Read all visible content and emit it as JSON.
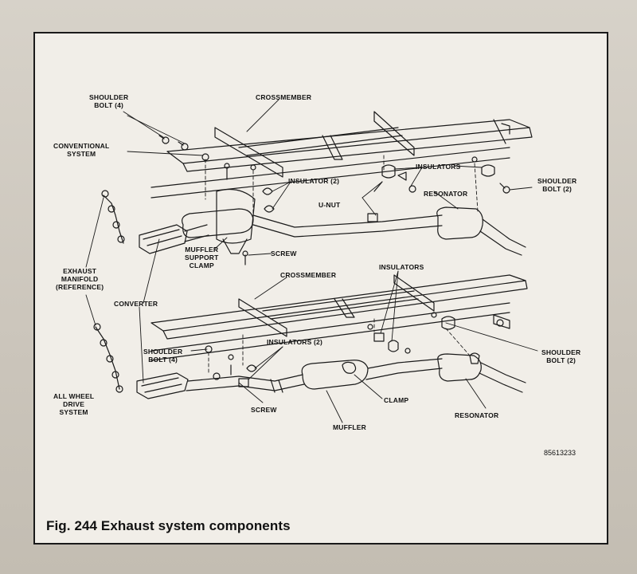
{
  "figure": {
    "caption": "Fig. 244 Exhaust system components",
    "reference_code": "85613233"
  },
  "top_system": {
    "labels": {
      "shoulder_bolt_left_l1": "SHOULDER",
      "shoulder_bolt_left_l2": "BOLT (4)",
      "crossmember": "CROSSMEMBER",
      "system_l1": "CONVENTIONAL",
      "system_l2": "SYSTEM",
      "insulator": "INSULATOR (2)",
      "insulators": "INSULATORS",
      "u_nut": "U-NUT",
      "resonator": "RESONATOR",
      "shoulder_bolt_right_l1": "SHOULDER",
      "shoulder_bolt_right_l2": "BOLT (2)",
      "screw": "SCREW",
      "muffler_clamp_l1": "MUFFLER",
      "muffler_clamp_l2": "SUPPORT",
      "muffler_clamp_l3": "CLAMP"
    }
  },
  "shared_labels": {
    "exhaust_manifold_l1": "EXHAUST",
    "exhaust_manifold_l2": "MANIFOLD",
    "exhaust_manifold_l3": "(REFERENCE)",
    "converter": "CONVERTER"
  },
  "bottom_system": {
    "labels": {
      "crossmember": "CROSSMEMBER",
      "insulators_top": "INSULATORS",
      "shoulder_bolt_left_l1": "SHOULDER",
      "shoulder_bolt_left_l2": "BOLT (4)",
      "insulators_mid": "INSULATORS (2)",
      "shoulder_bolt_right_l1": "SHOULDER",
      "shoulder_bolt_right_l2": "BOLT (2)",
      "system_l1": "ALL WHEEL",
      "system_l2": "DRIVE",
      "system_l3": "SYSTEM",
      "screw": "SCREW",
      "clamp": "CLAMP",
      "muffler": "MUFFLER",
      "resonator": "RESONATOR"
    }
  },
  "colors": {
    "ink": "#111111",
    "paper": "#f1eee8",
    "page": "#cfc9bf"
  }
}
